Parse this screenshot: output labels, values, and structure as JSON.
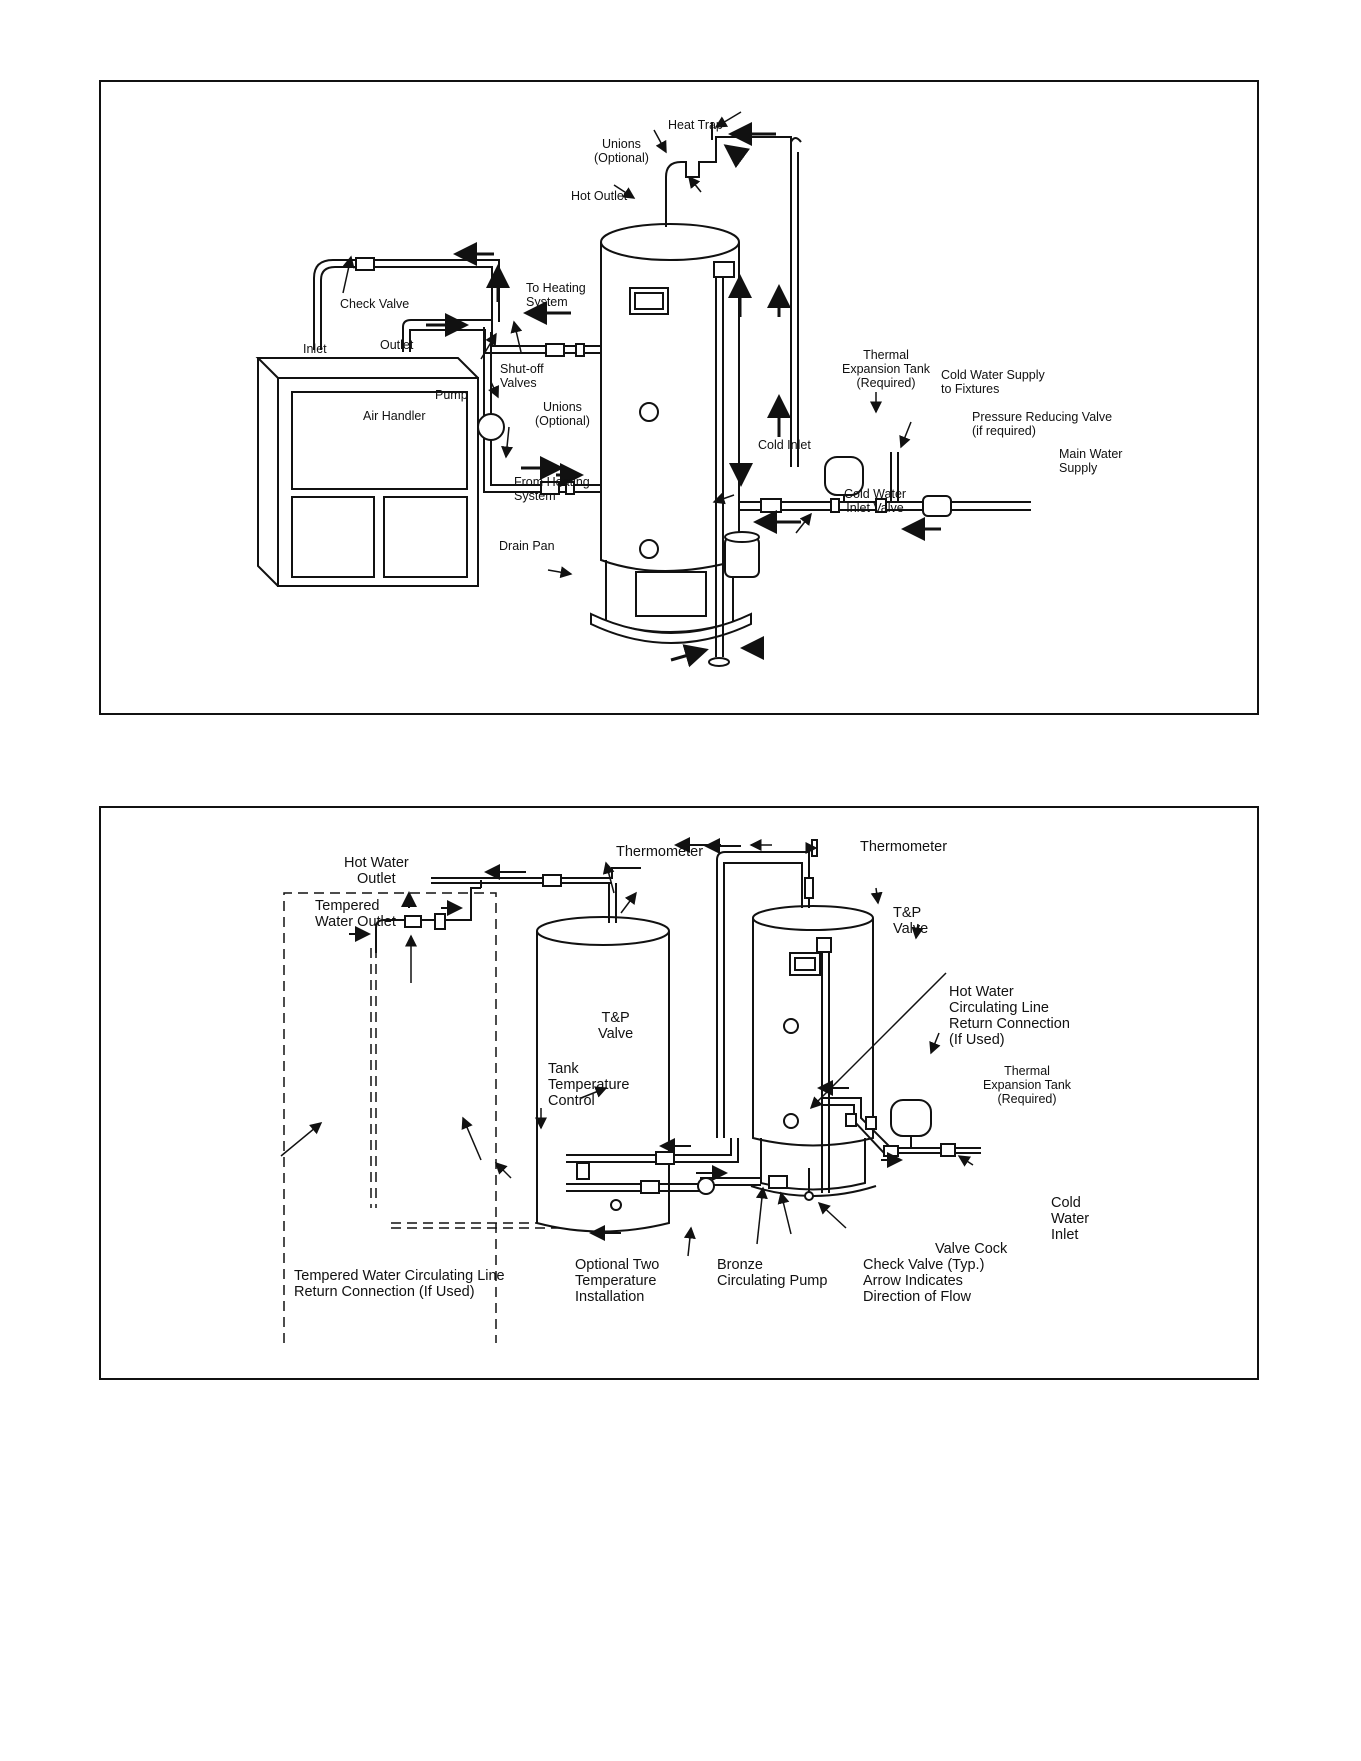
{
  "figure_top": {
    "labels": {
      "heat_trap": "Heat Trap",
      "unions_top": "Unions\n(Optional)",
      "hot_outlet": "Hot Outlet",
      "check_valve": "Check Valve",
      "to_heating_system": "To Heating\nSystem",
      "inlet": "Inlet",
      "outlet": "Outlet",
      "shutoff_valves": "Shut-off\nValves",
      "pump": "Pump",
      "air_handler": "Air Handler",
      "unions_mid": "Unions\n(Optional)",
      "thermal_expansion_tank": "Thermal\nExpansion Tank\n(Required)",
      "cold_water_supply": "Cold Water Supply\nto Fixtures",
      "pressure_reducing_valve": "Pressure Reducing Valve\n(if required)",
      "cold_inlet": "Cold Inlet",
      "main_water_supply": "Main Water\nSupply",
      "from_heating_system": "From Heating\nSystem",
      "cold_water_inlet_valve": "Cold Water\nInlet Valve",
      "drain_pan": "Drain Pan"
    }
  },
  "figure_bottom": {
    "labels": {
      "hot_water_outlet": "Hot Water\nOutlet",
      "thermometer_left": "Thermometer",
      "thermometer_right": "Thermometer",
      "tempered_water_outlet": "Tempered\nWater Outlet",
      "tp_valve_right": "T&P\nValve",
      "tp_valve_left": "T&P\nValve",
      "hot_water_circulating": "Hot Water\nCirculating Line\nReturn Connection\n(If Used)",
      "tank_temperature_control": "Tank\nTemperature\nControl",
      "thermal_expansion_tank": "Thermal\nExpansion Tank\n(Required)",
      "cold_water_inlet": "Cold\nWater\nInlet",
      "valve_cock": "Valve Cock",
      "tempered_circulating": "Tempered Water Circulating Line\nReturn Connection (If Used)",
      "optional_two_temp": "Optional Two\nTemperature\nInstallation",
      "bronze_pump": "Bronze\nCirculating Pump",
      "check_valve_typ": "Check Valve (Typ.)\nArrow Indicates\nDirection of Flow"
    }
  }
}
